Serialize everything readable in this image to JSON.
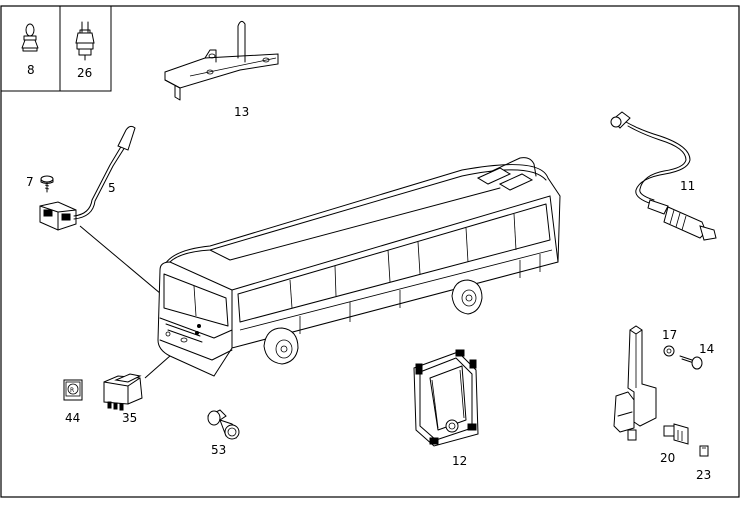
{
  "labels": {
    "p8": "8",
    "p26": "26",
    "p13": "13",
    "p7": "7",
    "p5": "5",
    "p11": "11",
    "p17": "17",
    "p14": "14",
    "p44": "44",
    "p35": "35",
    "p53": "53",
    "p12": "12",
    "p20": "20",
    "p23": "23"
  }
}
